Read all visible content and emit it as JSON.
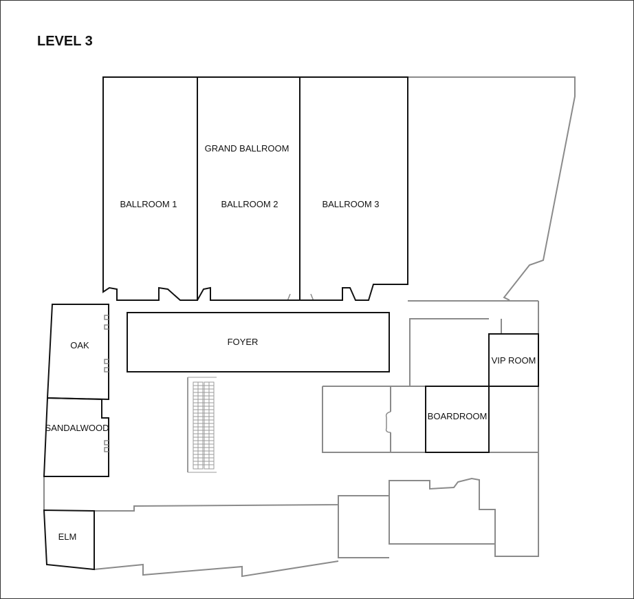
{
  "map": {
    "title": "LEVEL 3",
    "rooms": {
      "grand_ballroom": "GRAND BALLROOM",
      "ballroom_1": "BALLROOM 1",
      "ballroom_2": "BALLROOM 2",
      "ballroom_3": "BALLROOM 3",
      "foyer": "FOYER",
      "oak": "OAK",
      "sandalwood": "SANDALWOOD",
      "elm": "ELM",
      "vip_room": "VIP ROOM",
      "boardroom": "BOARDROOM"
    },
    "colors": {
      "room_outline": "#111111",
      "building_outline": "#8a8a8a"
    }
  }
}
